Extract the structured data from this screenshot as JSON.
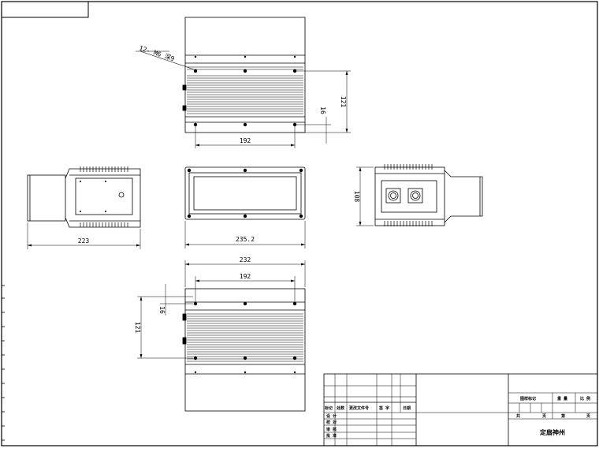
{
  "drawing": {
    "callout": "12- M6 深9",
    "top_view": {
      "width_dim": "192",
      "height_dim": "121",
      "offset_dim": "16"
    },
    "side_left": {
      "length_dim": "223"
    },
    "front_view": {
      "width_dim": "235.2"
    },
    "side_right": {
      "height_dim": "108"
    },
    "bottom_view": {
      "overall_dim": "232",
      "width_dim": "192",
      "height_dim": "121",
      "offset_dim": "16"
    }
  },
  "title_block": {
    "revision_headers": [
      "标记",
      "处数",
      "更改文件号",
      "签 字",
      "日期"
    ],
    "role_labels": [
      "设 计",
      "校 对",
      "审 核",
      "批 准"
    ],
    "stage_label": "图样标记",
    "weight_label": "重 量",
    "scale_label": "比 例",
    "total_label": "共",
    "sheet_label": "第",
    "page_unit": "页",
    "company": "定扇神州"
  }
}
